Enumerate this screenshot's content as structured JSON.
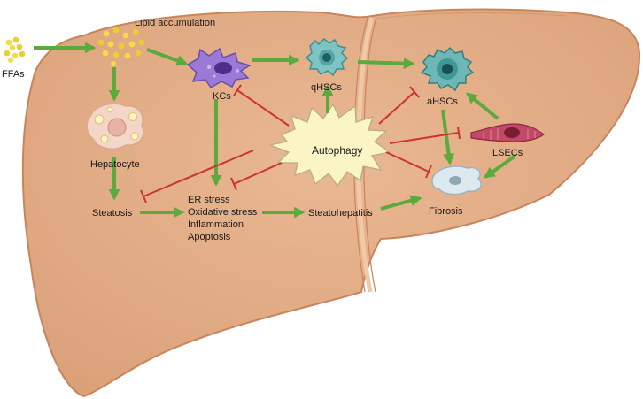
{
  "labels": {
    "ffas": "FFAs",
    "lipid_accumulation": "Lipid accumulation",
    "hepatocyte": "Hepatocyte",
    "kcs": "KCs",
    "qhscs": "qHSCs",
    "ahscs": "aHSCs",
    "autophagy": "Autophagy",
    "lsecs": "LSECs",
    "steatosis": "Steatosis",
    "stress_lines": [
      "ER stress",
      "Oxidative stress",
      "Inflammation",
      "Apoptosis"
    ],
    "steatohepatitis": "Steatohepatitis",
    "fibrosis": "Fibrosis"
  },
  "colors": {
    "activation_arrow": "#5aaa3c",
    "inhibition_line": "#cc3333",
    "liver_fill": "#e3ac85",
    "liver_stroke": "#c8855c",
    "autophagy_burst": "#fbf5c6"
  }
}
